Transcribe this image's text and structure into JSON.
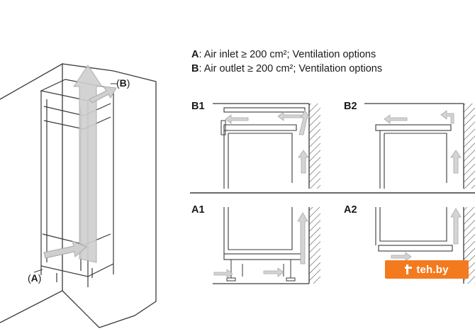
{
  "legend": {
    "a_letter": "A",
    "a_text": ": Air inlet ≥ 200 cm²; Ventilation options",
    "b_letter": "B",
    "b_text": ": Air outlet ≥ 200 cm²; Ventilation options"
  },
  "callouts": {
    "a": {
      "open": "(",
      "letter": "A",
      "close": ")"
    },
    "b": {
      "open": "(",
      "letter": "B",
      "close": ")"
    }
  },
  "panels": {
    "b1": "B1",
    "b2": "B2",
    "a1": "A1",
    "a2": "A2"
  },
  "watermark": {
    "text": "teh.by"
  },
  "colors": {
    "line": "#3a3a3a",
    "arrow": "#c9c9c9",
    "arrow_stroke": "#9a9a9a",
    "watermark_bg": "#f47a1f"
  }
}
